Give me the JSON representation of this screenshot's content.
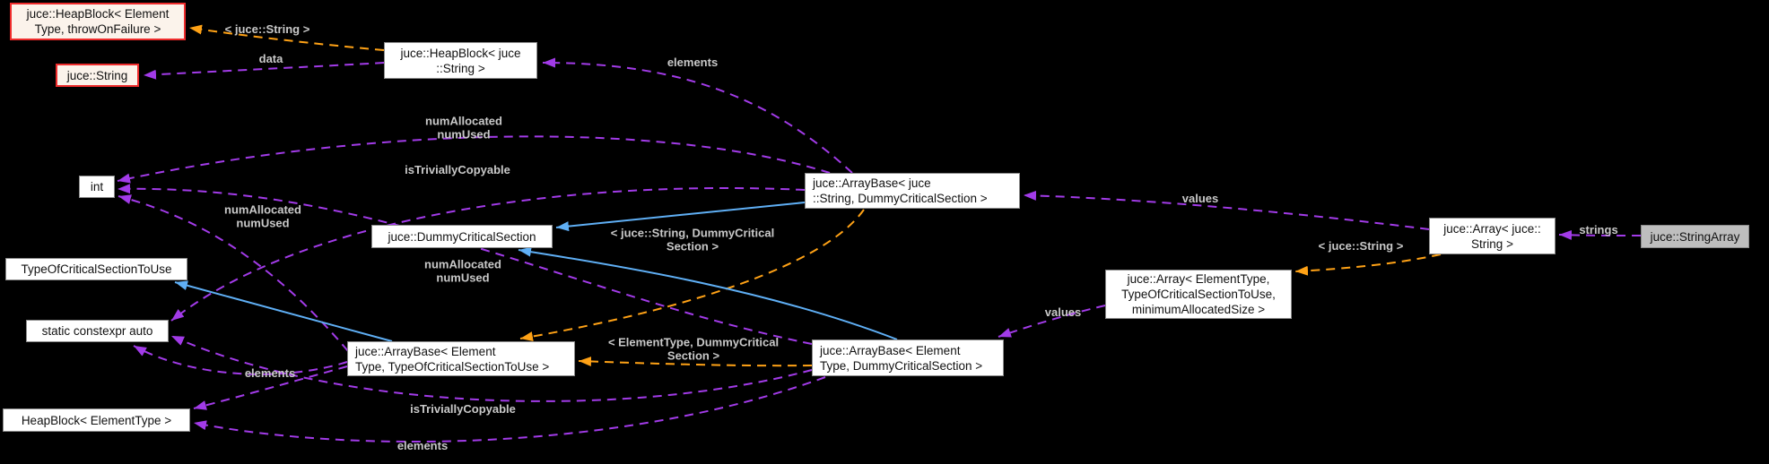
{
  "diagram_type": "collaboration-graph",
  "colors": {
    "background": "#000000",
    "node_fill": "#ffffff",
    "node_border": "#8c8c8c",
    "highlight_node_fill": "#fbf3eb",
    "highlight_node_border": "#ee2c2c",
    "main_node_fill": "#bebebe",
    "edge_usage": "#a23be8",
    "edge_template_instance": "#ffa216",
    "edge_inheritance": "#5faff5",
    "edge_label_text": "#c9c9c9"
  },
  "nodes": [
    {
      "id": "heapblock-element-throwonfailure",
      "lines": [
        "juce::HeapBlock< Element",
        "Type, throwOnFailure >"
      ]
    },
    {
      "id": "juce-string",
      "lines": [
        "juce::String"
      ]
    },
    {
      "id": "heapblock-juce-string",
      "lines": [
        "juce::HeapBlock< juce",
        "::String >"
      ]
    },
    {
      "id": "int",
      "lines": [
        "int"
      ]
    },
    {
      "id": "dummy-critical-section",
      "lines": [
        "juce::DummyCriticalSection"
      ]
    },
    {
      "id": "type-of-critical-section-to-use",
      "lines": [
        "TypeOfCriticalSectionToUse"
      ]
    },
    {
      "id": "static-constexpr-auto",
      "lines": [
        "static constexpr auto"
      ]
    },
    {
      "id": "heapblock-elementtype",
      "lines": [
        "HeapBlock< ElementType >"
      ]
    },
    {
      "id": "arraybase-juce-string-dcs",
      "lines": [
        "juce::ArrayBase< juce",
        "::String, DummyCriticalSection >"
      ]
    },
    {
      "id": "arraybase-elementtype-tocstu",
      "lines": [
        "juce::ArrayBase< Element",
        "Type, TypeOfCriticalSectionToUse >"
      ]
    },
    {
      "id": "arraybase-elementtype-dcs",
      "lines": [
        "juce::ArrayBase< Element",
        "Type, DummyCriticalSection >"
      ]
    },
    {
      "id": "array-elementtype",
      "lines": [
        "juce::Array< ElementType,",
        "TypeOfCriticalSectionToUse,",
        "minimumAllocatedSize >"
      ]
    },
    {
      "id": "array-juce-string",
      "lines": [
        "juce::Array< juce::",
        "String >"
      ]
    },
    {
      "id": "stringarray",
      "lines": [
        "juce::StringArray"
      ]
    }
  ],
  "edge_labels": [
    {
      "text": "< juce::String >"
    },
    {
      "text": "data"
    },
    {
      "text": "elements"
    },
    {
      "lines": [
        "numAllocated",
        "numUsed"
      ]
    },
    {
      "text": "isTriviallyCopyable"
    },
    {
      "lines": [
        "numAllocated",
        "numUsed"
      ]
    },
    {
      "lines": [
        "< juce::String, DummyCritical",
        "Section >"
      ]
    },
    {
      "lines": [
        "numAllocated",
        "numUsed"
      ]
    },
    {
      "text": "values"
    },
    {
      "text": "< juce::String >"
    },
    {
      "text": "strings"
    },
    {
      "text": "values"
    },
    {
      "lines": [
        "< ElementType, DummyCritical",
        "Section >"
      ]
    },
    {
      "text": "elements"
    },
    {
      "text": "isTriviallyCopyable"
    },
    {
      "text": "elements"
    }
  ],
  "edges": [
    {
      "from": "juce::HeapBlock< juce::String >",
      "to": "juce::HeapBlock< ElementType, throwOnFailure >",
      "label": "< juce::String >",
      "type": "template-instance"
    },
    {
      "from": "juce::HeapBlock< juce::String >",
      "to": "juce::String",
      "label": "data",
      "type": "usage"
    },
    {
      "from": "juce::ArrayBase< juce::String, DummyCriticalSection >",
      "to": "juce::HeapBlock< juce::String >",
      "label": "elements",
      "type": "usage"
    },
    {
      "from": "juce::ArrayBase< juce::String, DummyCriticalSection >",
      "to": "int",
      "label": "numAllocated numUsed",
      "type": "usage"
    },
    {
      "from": "juce::ArrayBase< juce::String, DummyCriticalSection >",
      "to": "static constexpr auto",
      "label": "isTriviallyCopyable",
      "type": "usage"
    },
    {
      "from": "juce::ArrayBase< juce::String, DummyCriticalSection >",
      "to": "juce::DummyCriticalSection",
      "label": "",
      "type": "inheritance"
    },
    {
      "from": "juce::ArrayBase< juce::String, DummyCriticalSection >",
      "to": "juce::ArrayBase< ElementType, TypeOfCriticalSectionToUse >",
      "label": "< juce::String, DummyCriticalSection >",
      "type": "template-instance"
    },
    {
      "from": "juce::Array< juce::String >",
      "to": "juce::ArrayBase< juce::String, DummyCriticalSection >",
      "label": "values",
      "type": "usage"
    },
    {
      "from": "juce::Array< juce::String >",
      "to": "juce::Array< ElementType, TypeOfCriticalSectionToUse, minimumAllocatedSize >",
      "label": "< juce::String >",
      "type": "template-instance"
    },
    {
      "from": "juce::StringArray",
      "to": "juce::Array< juce::String >",
      "label": "strings",
      "type": "usage"
    },
    {
      "from": "juce::Array< ElementType, TypeOfCriticalSectionToUse, minimumAllocatedSize >",
      "to": "juce::ArrayBase< ElementType, DummyCriticalSection >",
      "label": "values",
      "type": "usage"
    },
    {
      "from": "juce::ArrayBase< ElementType, DummyCriticalSection >",
      "to": "juce::DummyCriticalSection",
      "label": "",
      "type": "inheritance"
    },
    {
      "from": "juce::ArrayBase< ElementType, DummyCriticalSection >",
      "to": "juce::ArrayBase< ElementType, TypeOfCriticalSectionToUse >",
      "label": "< ElementType, DummyCriticalSection >",
      "type": "template-instance"
    },
    {
      "from": "juce::ArrayBase< ElementType, DummyCriticalSection >",
      "to": "int",
      "label": "numAllocated numUsed",
      "type": "usage"
    },
    {
      "from": "juce::ArrayBase< ElementType, DummyCriticalSection >",
      "to": "static constexpr auto",
      "label": "isTriviallyCopyable",
      "type": "usage"
    },
    {
      "from": "juce::ArrayBase< ElementType, DummyCriticalSection >",
      "to": "HeapBlock< ElementType >",
      "label": "elements",
      "type": "usage"
    },
    {
      "from": "juce::ArrayBase< ElementType, TypeOfCriticalSectionToUse >",
      "to": "int",
      "label": "numAllocated numUsed",
      "type": "usage"
    },
    {
      "from": "juce::ArrayBase< ElementType, TypeOfCriticalSectionToUse >",
      "to": "TypeOfCriticalSectionToUse",
      "label": "",
      "type": "inheritance"
    },
    {
      "from": "juce::ArrayBase< ElementType, TypeOfCriticalSectionToUse >",
      "to": "HeapBlock< ElementType >",
      "label": "elements",
      "type": "usage"
    },
    {
      "from": "juce::ArrayBase< ElementType, TypeOfCriticalSectionToUse >",
      "to": "static constexpr auto",
      "label": "",
      "type": "usage"
    }
  ]
}
